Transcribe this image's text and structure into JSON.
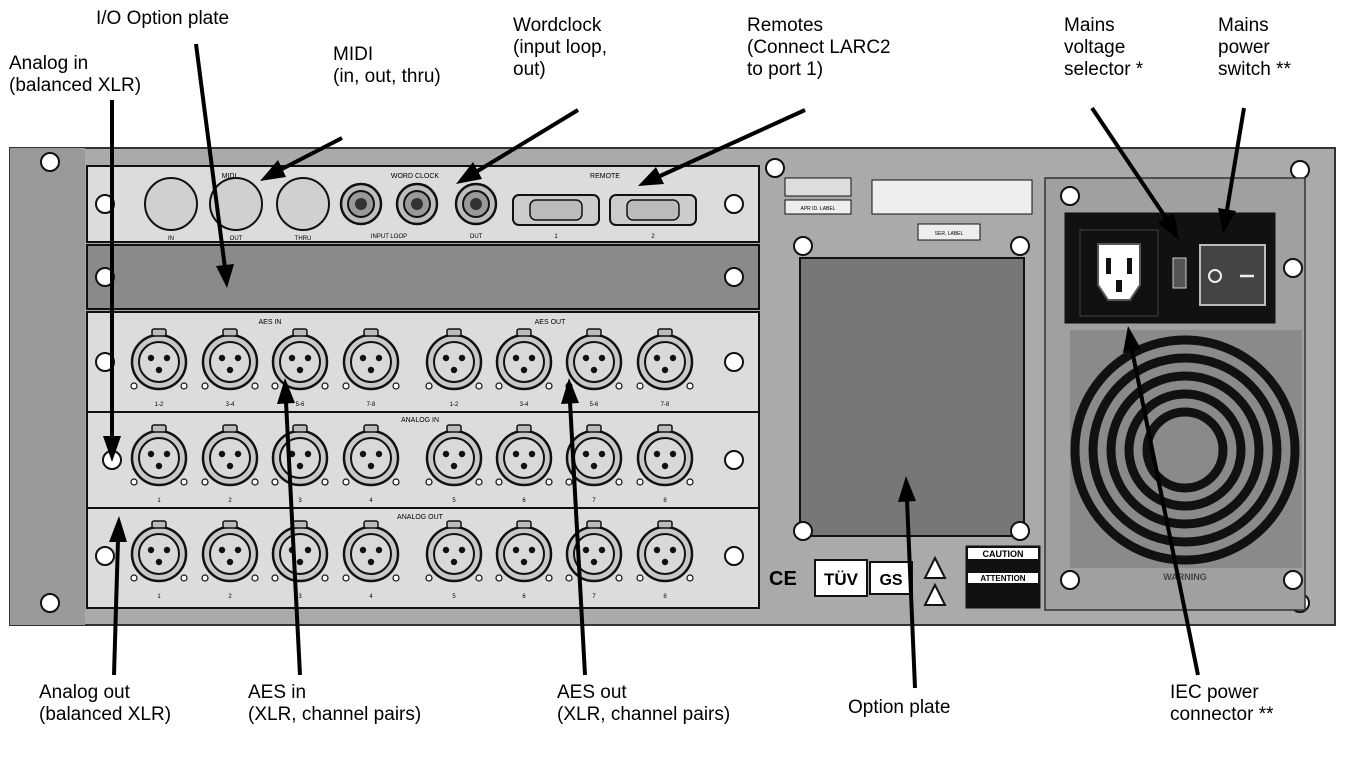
{
  "labels": {
    "io_option_plate": "I/O Option plate",
    "analog_in": "Analog in\n(balanced XLR)",
    "midi": "MIDI\n(in, out, thru)",
    "wordclock": "Wordclock\n(input loop,\nout)",
    "remotes": "Remotes\n(Connect LARC2\nto port 1)",
    "mains_voltage_selector": "Mains\nvoltage\nselector *",
    "mains_power_switch": "Mains\npower\nswitch **",
    "analog_out": "Analog out\n(balanced XLR)",
    "aes_in": "AES in\n(XLR, channel pairs)",
    "aes_out": "AES out\n(XLR, channel pairs)",
    "option_plate": "Option plate",
    "iec_power_connector": "IEC power\nconnector **"
  },
  "panel": {
    "midi_header": "MIDI",
    "midi_ports": [
      "IN",
      "OUT",
      "THRU"
    ],
    "word_clock_header": "WORD CLOCK",
    "word_clock_input_loop": "INPUT LOOP",
    "word_clock_out": "OUT",
    "remote_header": "REMOTE",
    "remote_ports": [
      "1",
      "2"
    ],
    "aes_in_header": "AES IN",
    "aes_out_header": "AES OUT",
    "aes_pair_labels": [
      "1-2",
      "3-4",
      "5-6",
      "7-8",
      "1-2",
      "3-4",
      "5-6",
      "7-8"
    ],
    "analog_in_header": "ANALOG IN",
    "analog_out_header": "ANALOG OUT",
    "channel_labels": [
      "1",
      "2",
      "3",
      "4",
      "5",
      "6",
      "7",
      "8"
    ],
    "caution_title": "CAUTION",
    "attention_title": "ATTENTION",
    "warning_title": "WARNING",
    "brand": "TÜV",
    "ce_mark": "CE",
    "gs_mark": "GS",
    "serial_label": "SER. LABEL",
    "apr_label": "APR ID. LABEL"
  }
}
